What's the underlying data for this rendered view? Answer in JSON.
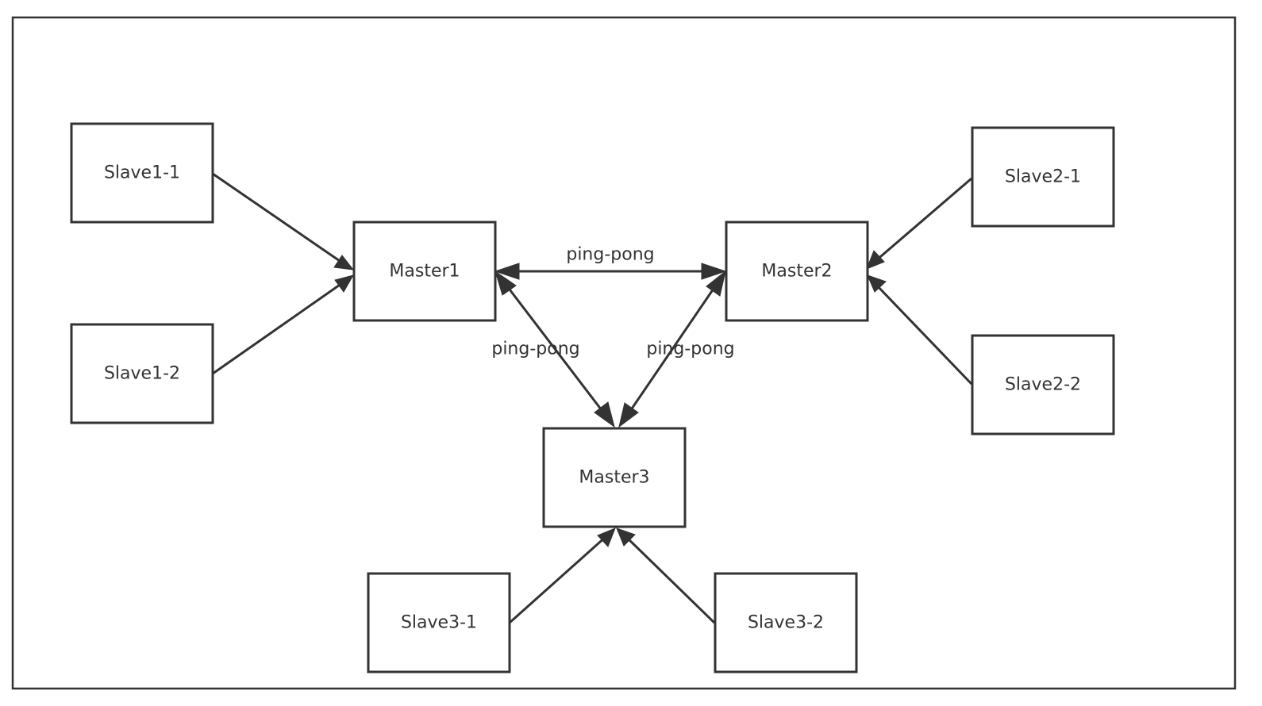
{
  "nodes": {
    "master1": "Master1",
    "master2": "Master2",
    "master3": "Master3",
    "slave1_1": "Slave1-1",
    "slave1_2": "Slave1-2",
    "slave2_1": "Slave2-1",
    "slave2_2": "Slave2-2",
    "slave3_1": "Slave3-1",
    "slave3_2": "Slave3-2"
  },
  "edges": [
    {
      "from": "slave1_1",
      "to": "master1",
      "label": ""
    },
    {
      "from": "slave1_2",
      "to": "master1",
      "label": ""
    },
    {
      "from": "slave2_1",
      "to": "master2",
      "label": ""
    },
    {
      "from": "slave2_2",
      "to": "master2",
      "label": ""
    },
    {
      "from": "slave3_1",
      "to": "master3",
      "label": ""
    },
    {
      "from": "slave3_2",
      "to": "master3",
      "label": ""
    },
    {
      "from": "master1",
      "to": "master2",
      "label": "ping-pong",
      "bidirectional": true
    },
    {
      "from": "master1",
      "to": "master3",
      "label": "ping-pong",
      "bidirectional": true
    },
    {
      "from": "master2",
      "to": "master3",
      "label": "ping-pong",
      "bidirectional": true
    }
  ],
  "labels": {
    "m1_m2": "ping-pong",
    "m1_m3": "ping-pong",
    "m2_m3": "ping-pong"
  },
  "colors": {
    "stroke": "#333333",
    "background": "#ffffff"
  }
}
